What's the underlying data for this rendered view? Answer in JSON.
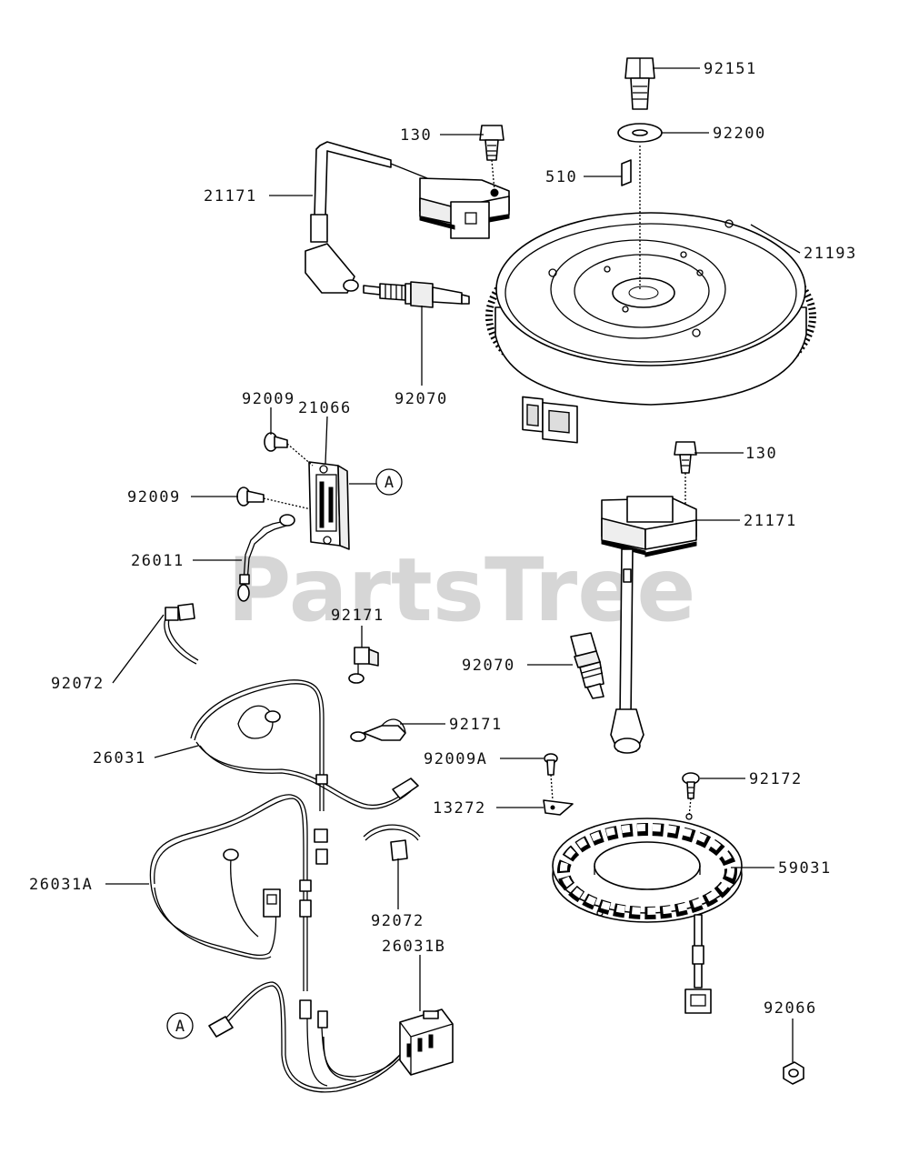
{
  "watermark": "PartsTree",
  "callout_marker": "A",
  "labels": {
    "p92151": "92151",
    "p92200": "92200",
    "p510": "510",
    "p21193": "21193",
    "p130a": "130",
    "p21171a": "21171",
    "p92070a": "92070",
    "p92009a": "92009",
    "p21066": "21066",
    "p92009b": "92009",
    "p26011": "26011",
    "p130b": "130",
    "p21171b": "21171",
    "p92171a": "92171",
    "p92072a": "92072",
    "p26031": "26031",
    "p92171b": "92171",
    "p92070b": "92070",
    "p92009A": "92009A",
    "p13272": "13272",
    "p92172": "92172",
    "p59031": "59031",
    "p26031A": "26031A",
    "p92072b": "92072",
    "p26031B": "26031B",
    "p92066": "92066"
  }
}
